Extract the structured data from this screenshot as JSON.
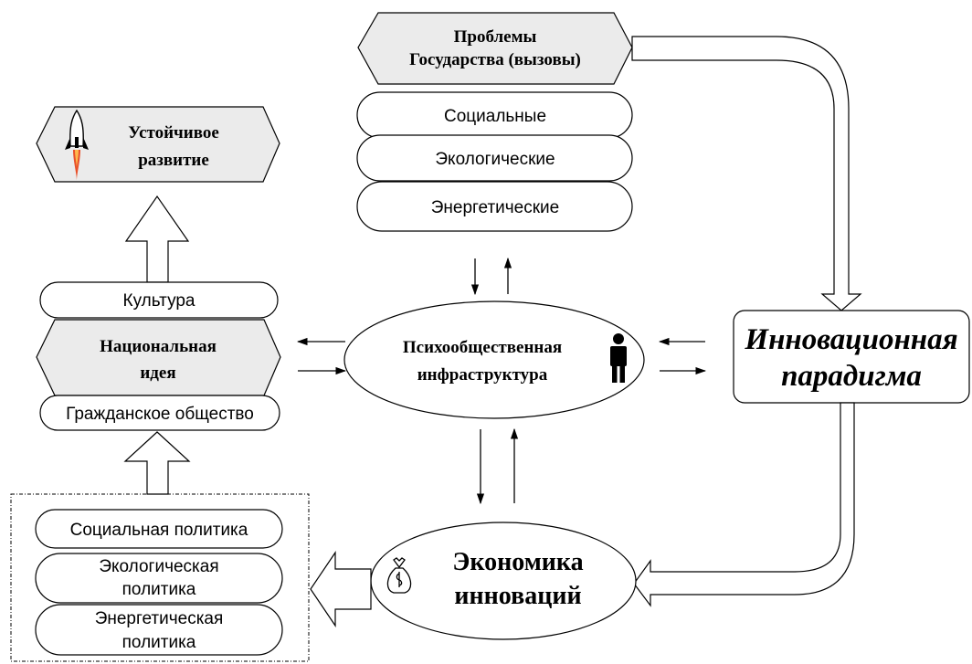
{
  "problems": {
    "title_line1": "Проблемы",
    "title_line2": "Государства (вызовы)",
    "items": [
      "Социальные",
      "Экологические",
      "Энергетические"
    ]
  },
  "sustainable": {
    "line1": "Устойчивое",
    "line2": "развитие"
  },
  "national": {
    "top": "Культура",
    "line1": "Национальная",
    "line2": "идея",
    "bottom": "Гражданское общество"
  },
  "psycho": {
    "line1": "Психообщественная",
    "line2": "инфраструктура"
  },
  "paradigm": {
    "line1": "Инновационная",
    "line2": "парадигма"
  },
  "economy": {
    "line1": "Экономика",
    "line2": "инноваций"
  },
  "policies": {
    "social": "Социальная политика",
    "eco_line1": "Экологическая",
    "eco_line2": "политика",
    "energy_line1": "Энергетическая",
    "energy_line2": "политика"
  },
  "colors": {
    "hexagon_fill": "#ebebeb",
    "stroke": "#000000",
    "flame": "#e8502a",
    "background": "#ffffff"
  },
  "icons": {
    "rocket": "rocket-icon",
    "person": "person-icon",
    "money_bag": "money-bag-icon"
  }
}
